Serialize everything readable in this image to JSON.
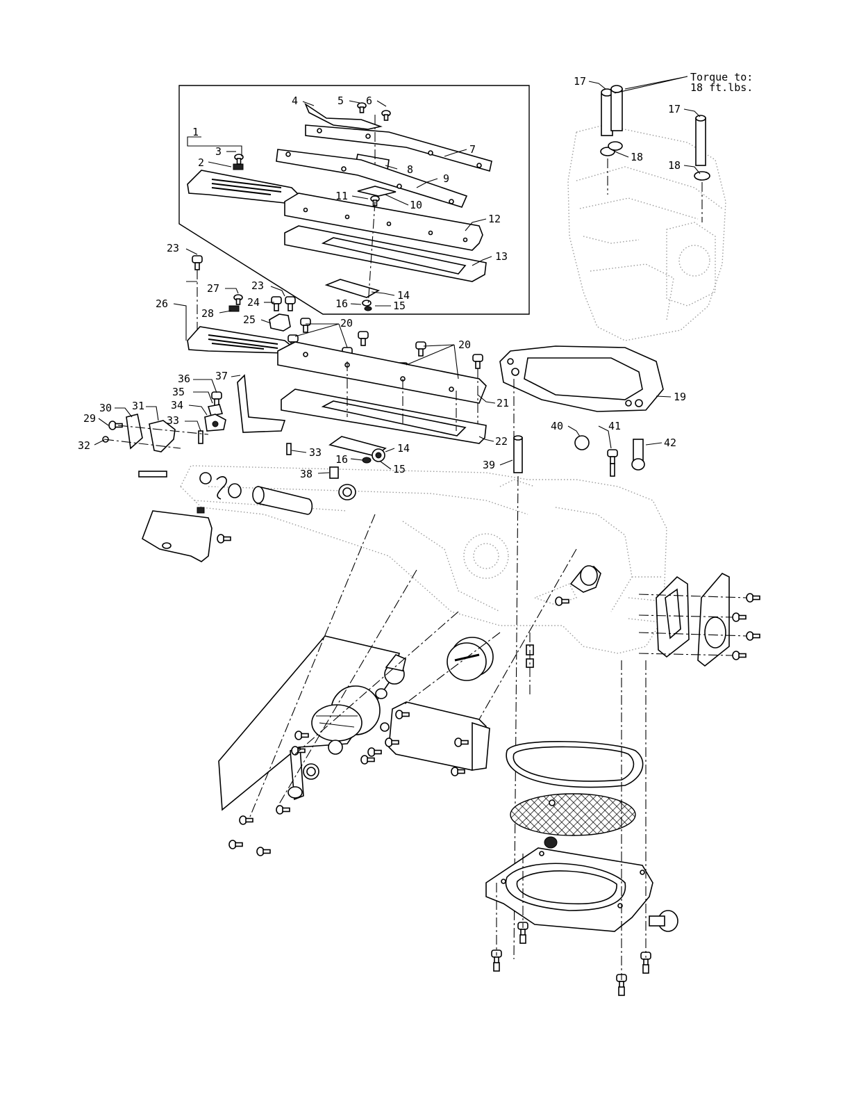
{
  "diagram": {
    "note": {
      "line1": "Torque to:",
      "line2": "18 ft.lbs."
    },
    "callouts": [
      "1",
      "2",
      "3",
      "4",
      "5",
      "6",
      "7",
      "8",
      "9",
      "10",
      "11",
      "12",
      "13",
      "14",
      "15",
      "16",
      "17",
      "18",
      "19",
      "20",
      "21",
      "22",
      "23",
      "24",
      "25",
      "26",
      "27",
      "28",
      "29",
      "30",
      "31",
      "32",
      "33",
      "34",
      "35",
      "36",
      "37",
      "38",
      "39",
      "40",
      "41",
      "42"
    ]
  }
}
